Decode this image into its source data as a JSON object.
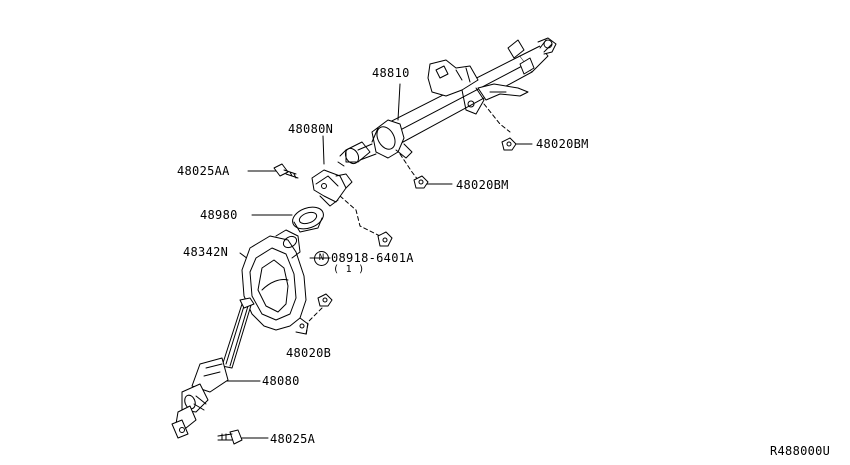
{
  "labels": {
    "p48810": "48810",
    "p48080N": "48080N",
    "p48025AA": "48025AA",
    "p48020BM_a": "48020BM",
    "p48020BM_b": "48020BM",
    "p48980": "48980",
    "p48342N": "48342N",
    "p08918": "08918-6401A",
    "p08918_qty": "( 1 )",
    "p08918_prefix": "N",
    "p48020B": "48020B",
    "p48080": "48080",
    "p48025A": "48025A",
    "diagram_code": "R488000U"
  }
}
